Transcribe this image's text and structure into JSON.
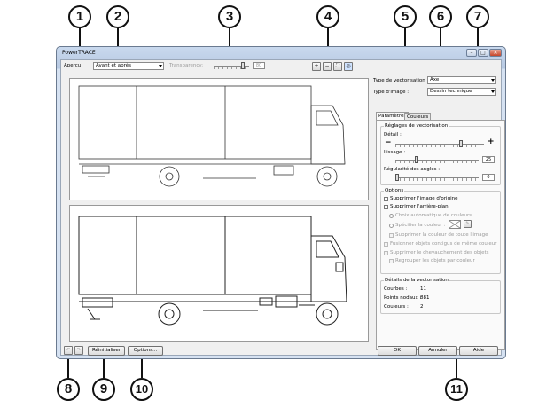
{
  "window": {
    "title": "PowerTRACE",
    "min_icon": "minimize-icon",
    "max_icon": "maximize-icon",
    "close_icon": "close-icon"
  },
  "toolbar": {
    "preview_label": "Aperçu",
    "preview_value": "Avant et après",
    "transparency_label": "Transparency:",
    "transparency_value": "80",
    "zoom_icons": [
      "zoom-in-icon",
      "zoom-out-icon",
      "fit-icon",
      "pan-icon"
    ]
  },
  "settings": {
    "trace_type_label": "Type de vectorisation :",
    "trace_type_value": "Axe",
    "image_type_label": "Type d'image :",
    "image_type_value": "Dessin technique"
  },
  "tabs": [
    {
      "label": "Paramètres"
    },
    {
      "label": "Couleurs"
    }
  ],
  "tracing": {
    "group_label": "Réglages de vectorisation",
    "detail_label": "Détail :",
    "detail_minus": "−",
    "detail_plus": "+",
    "detail_level": 0.75,
    "smoothing_label": "Lissage :",
    "smoothing_value": "25",
    "corner_label": "Régularité des angles :",
    "corner_value": "0"
  },
  "options": {
    "group_label": "Options",
    "delete_original": "Supprimer l'image d'origine",
    "remove_background": "Supprimer l'arrière-plan",
    "auto_color": "Choix automatique de couleurs",
    "specify_color": "Spécifier la couleur :",
    "remove_color_everywhere": "Supprimer la couleur de toute l'image",
    "merge_adjacent": "Fusionner objets contigus de même couleur",
    "remove_overlap": "Supprimer le chevauchement des objets",
    "group_by_color": "Regrouper les objets par couleur"
  },
  "details": {
    "group_label": "Détails de la vectorisation",
    "curves_label": "Courbes :",
    "curves_value": "11",
    "nodes_label": "Points nodaux :",
    "nodes_value": "881",
    "colors_label": "Couleurs :",
    "colors_value": "2"
  },
  "bottom": {
    "undo_icon": "undo-icon",
    "redo_icon": "redo-icon",
    "reset_label": "Réinitialiser",
    "options_label": "Options...",
    "ok_label": "OK",
    "cancel_label": "Annuler",
    "help_label": "Aide"
  },
  "callouts": [
    "1",
    "2",
    "3",
    "4",
    "5",
    "6",
    "7",
    "8",
    "9",
    "10",
    "11"
  ]
}
